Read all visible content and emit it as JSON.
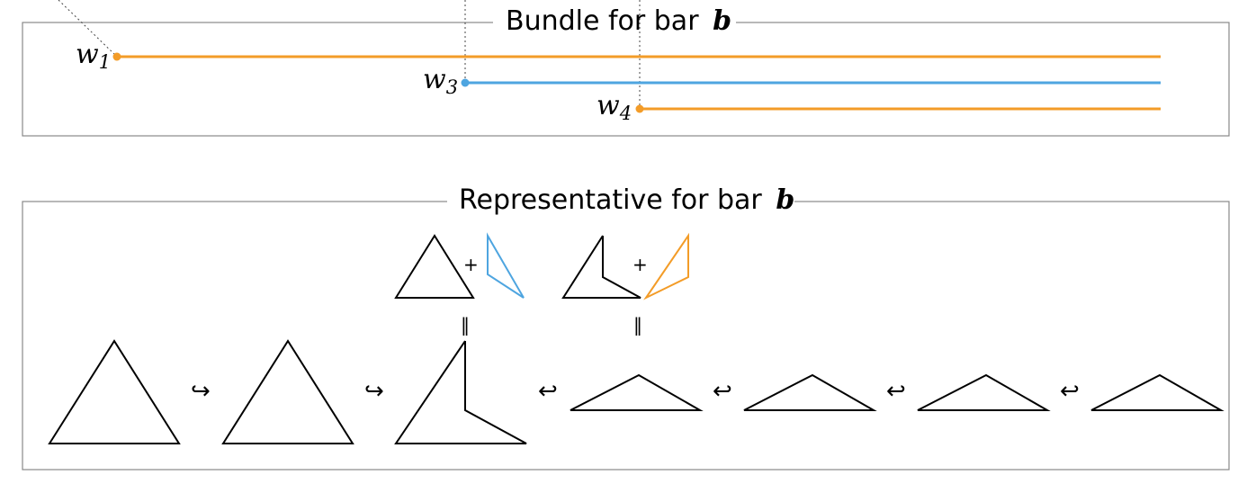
{
  "colors": {
    "orange": "#f39c28",
    "blue": "#4ea5e0",
    "black": "#000000",
    "frame": "#888888"
  },
  "bundle_panel": {
    "title": "Bundle for bar",
    "bar_symbol": "b",
    "rows": [
      {
        "label": "w",
        "sub": "1",
        "color": "orange"
      },
      {
        "label": "w",
        "sub": "3",
        "color": "blue"
      },
      {
        "label": "w",
        "sub": "4",
        "color": "orange"
      }
    ]
  },
  "representative_panel": {
    "title": "Representative for bar",
    "bar_symbol": "b",
    "plus_symbol": "+",
    "equals_symbol": "‖",
    "inclusion_arrow": "↪",
    "reverse_arrow": "↩"
  }
}
